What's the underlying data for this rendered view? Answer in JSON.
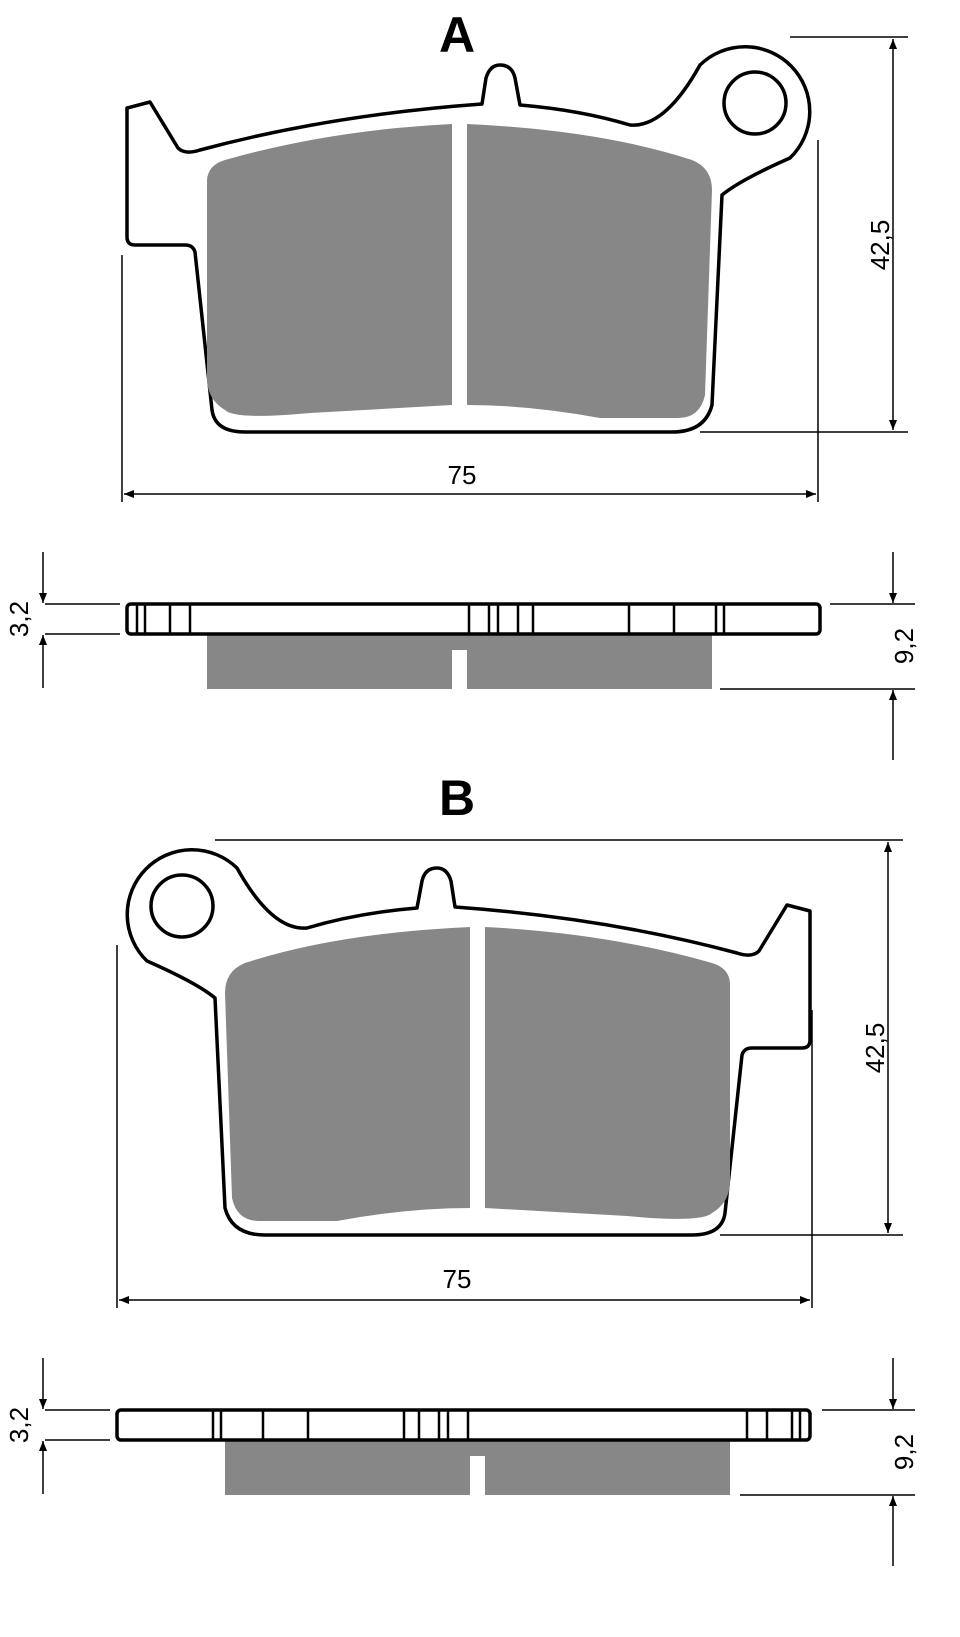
{
  "views": [
    {
      "label": "A",
      "width_dim": "75",
      "height_dim": "42,5",
      "backplate_dim": "3,2",
      "total_thickness_dim": "9,2"
    },
    {
      "label": "B",
      "width_dim": "75",
      "height_dim": "42,5",
      "backplate_dim": "3,2",
      "total_thickness_dim": "9,2"
    }
  ],
  "colors": {
    "friction_material": "#878787",
    "outline": "#000000",
    "background": "#ffffff"
  }
}
